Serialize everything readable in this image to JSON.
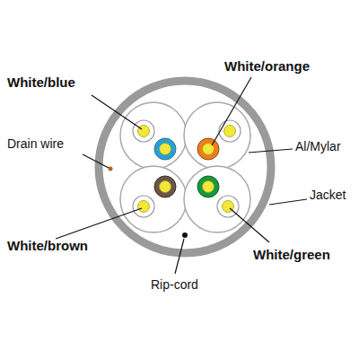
{
  "diagram": {
    "labels": [
      "White/blue",
      "White/orange",
      "Drain wire",
      "Al/Mylar",
      "Jacket",
      "White/brown",
      "White/green",
      "Rip-cord"
    ]
  }
}
